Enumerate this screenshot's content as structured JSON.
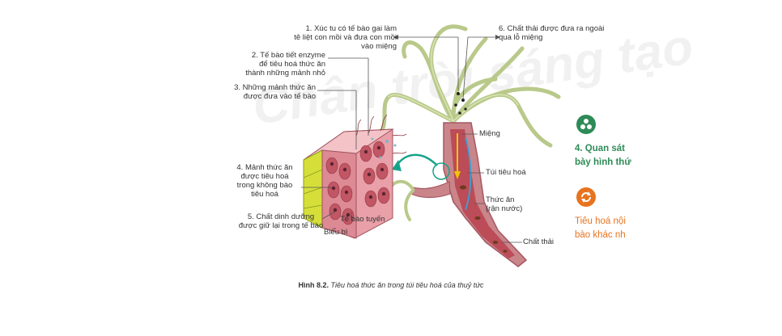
{
  "labels": {
    "l1": "1. Xúc tu có tế bào gai làm\ntê liệt con mồi và đưa con mồi\nvào miệng",
    "l2": "2. Tế bào tiết enzyme\nđể tiêu hoá thức ăn\nthành những mảnh nhỏ",
    "l3": "3. Những mảnh thức ăn\nđược đưa vào tế bào",
    "l4": "4. Mảnh thức ăn\nđược tiêu hoá\ntrong không bào\ntiêu hoá",
    "l5": "5. Chất dinh dưỡng\nđược giữ lại trong tế bào",
    "l6": "6. Chất thải được đưa ra ngoài\nqua lỗ miệng",
    "mieng": "Miệng",
    "tui": "Túi tiêu hoá",
    "thucan": "Thức ăn\n(rận nước)",
    "chatthai": "Chất thải",
    "tebaotuyen": "Tế bào tuyến",
    "bieubi": "Biểu bì"
  },
  "side": {
    "s1": "4.  Quan sát\nbày hình thứ",
    "s2": "Tiêu hoá nội\nbào khác nh"
  },
  "caption": {
    "number": "Hình 8.2.",
    "text": "Tiêu hoá thức ăn trong túi tiêu hoá của thuỷ tức"
  },
  "watermark": "Chân trời sáng tạo",
  "colors": {
    "accent_green": "#2e8b57",
    "accent_orange": "#e8731f"
  },
  "icons": [
    "nutrient-cycle-icon",
    "refresh-icon"
  ]
}
